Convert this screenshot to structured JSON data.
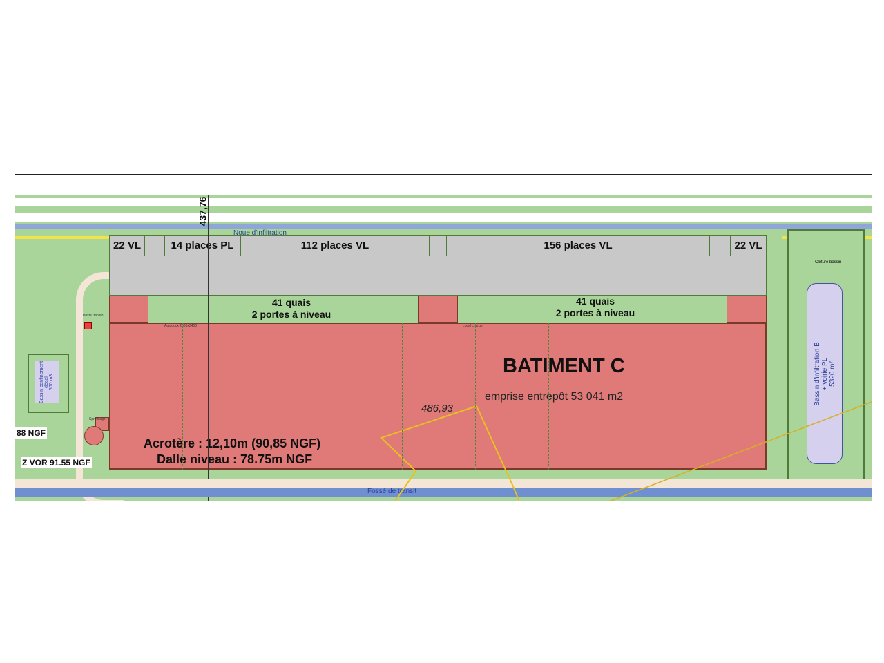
{
  "parking": {
    "p1": "22 VL",
    "p2": "14 places PL",
    "p3": "112 places VL",
    "p4": "156 places VL",
    "p5": "22 VL"
  },
  "docks": {
    "left_quais": "41 quais",
    "left_portes": "2 portes à niveau",
    "right_quais": "41 quais",
    "right_portes": "2 portes à niveau"
  },
  "building": {
    "title": "BATIMENT C",
    "emprise": "emprise entrepôt 53 041 m2",
    "length": "486,93",
    "width": "437,76",
    "acrotere": "Acrotère : 12,10m (90,85 NGF)",
    "dalle": "Dalle niveau : 78.75m NGF"
  },
  "levels": {
    "ngf1": "88 NGF",
    "ngf2": "Z VOR 91.55 NGF"
  },
  "features": {
    "noue": "Noue d'infiltration",
    "fosse": "Fossé de transit",
    "bassin_b": "Bassin d'infiltration B",
    "bassin_b2": "+ voirie PL",
    "bassin_b3": "5320 m²",
    "bassin_conf": "Bassin confinement",
    "bassin_conf2": "décal",
    "bassin_conf3": "500 m3",
    "cloture": "Clôture bassin",
    "sprinklage": "Sprinklage",
    "poste": "Poste transfo",
    "local_charge": "Local charge",
    "autodock": "Autodock 2500x3400"
  },
  "colors": {
    "building": "#e07a78",
    "paving": "#c8c8c8",
    "green": "#a9d59a",
    "basin": "#d4d0ee"
  }
}
